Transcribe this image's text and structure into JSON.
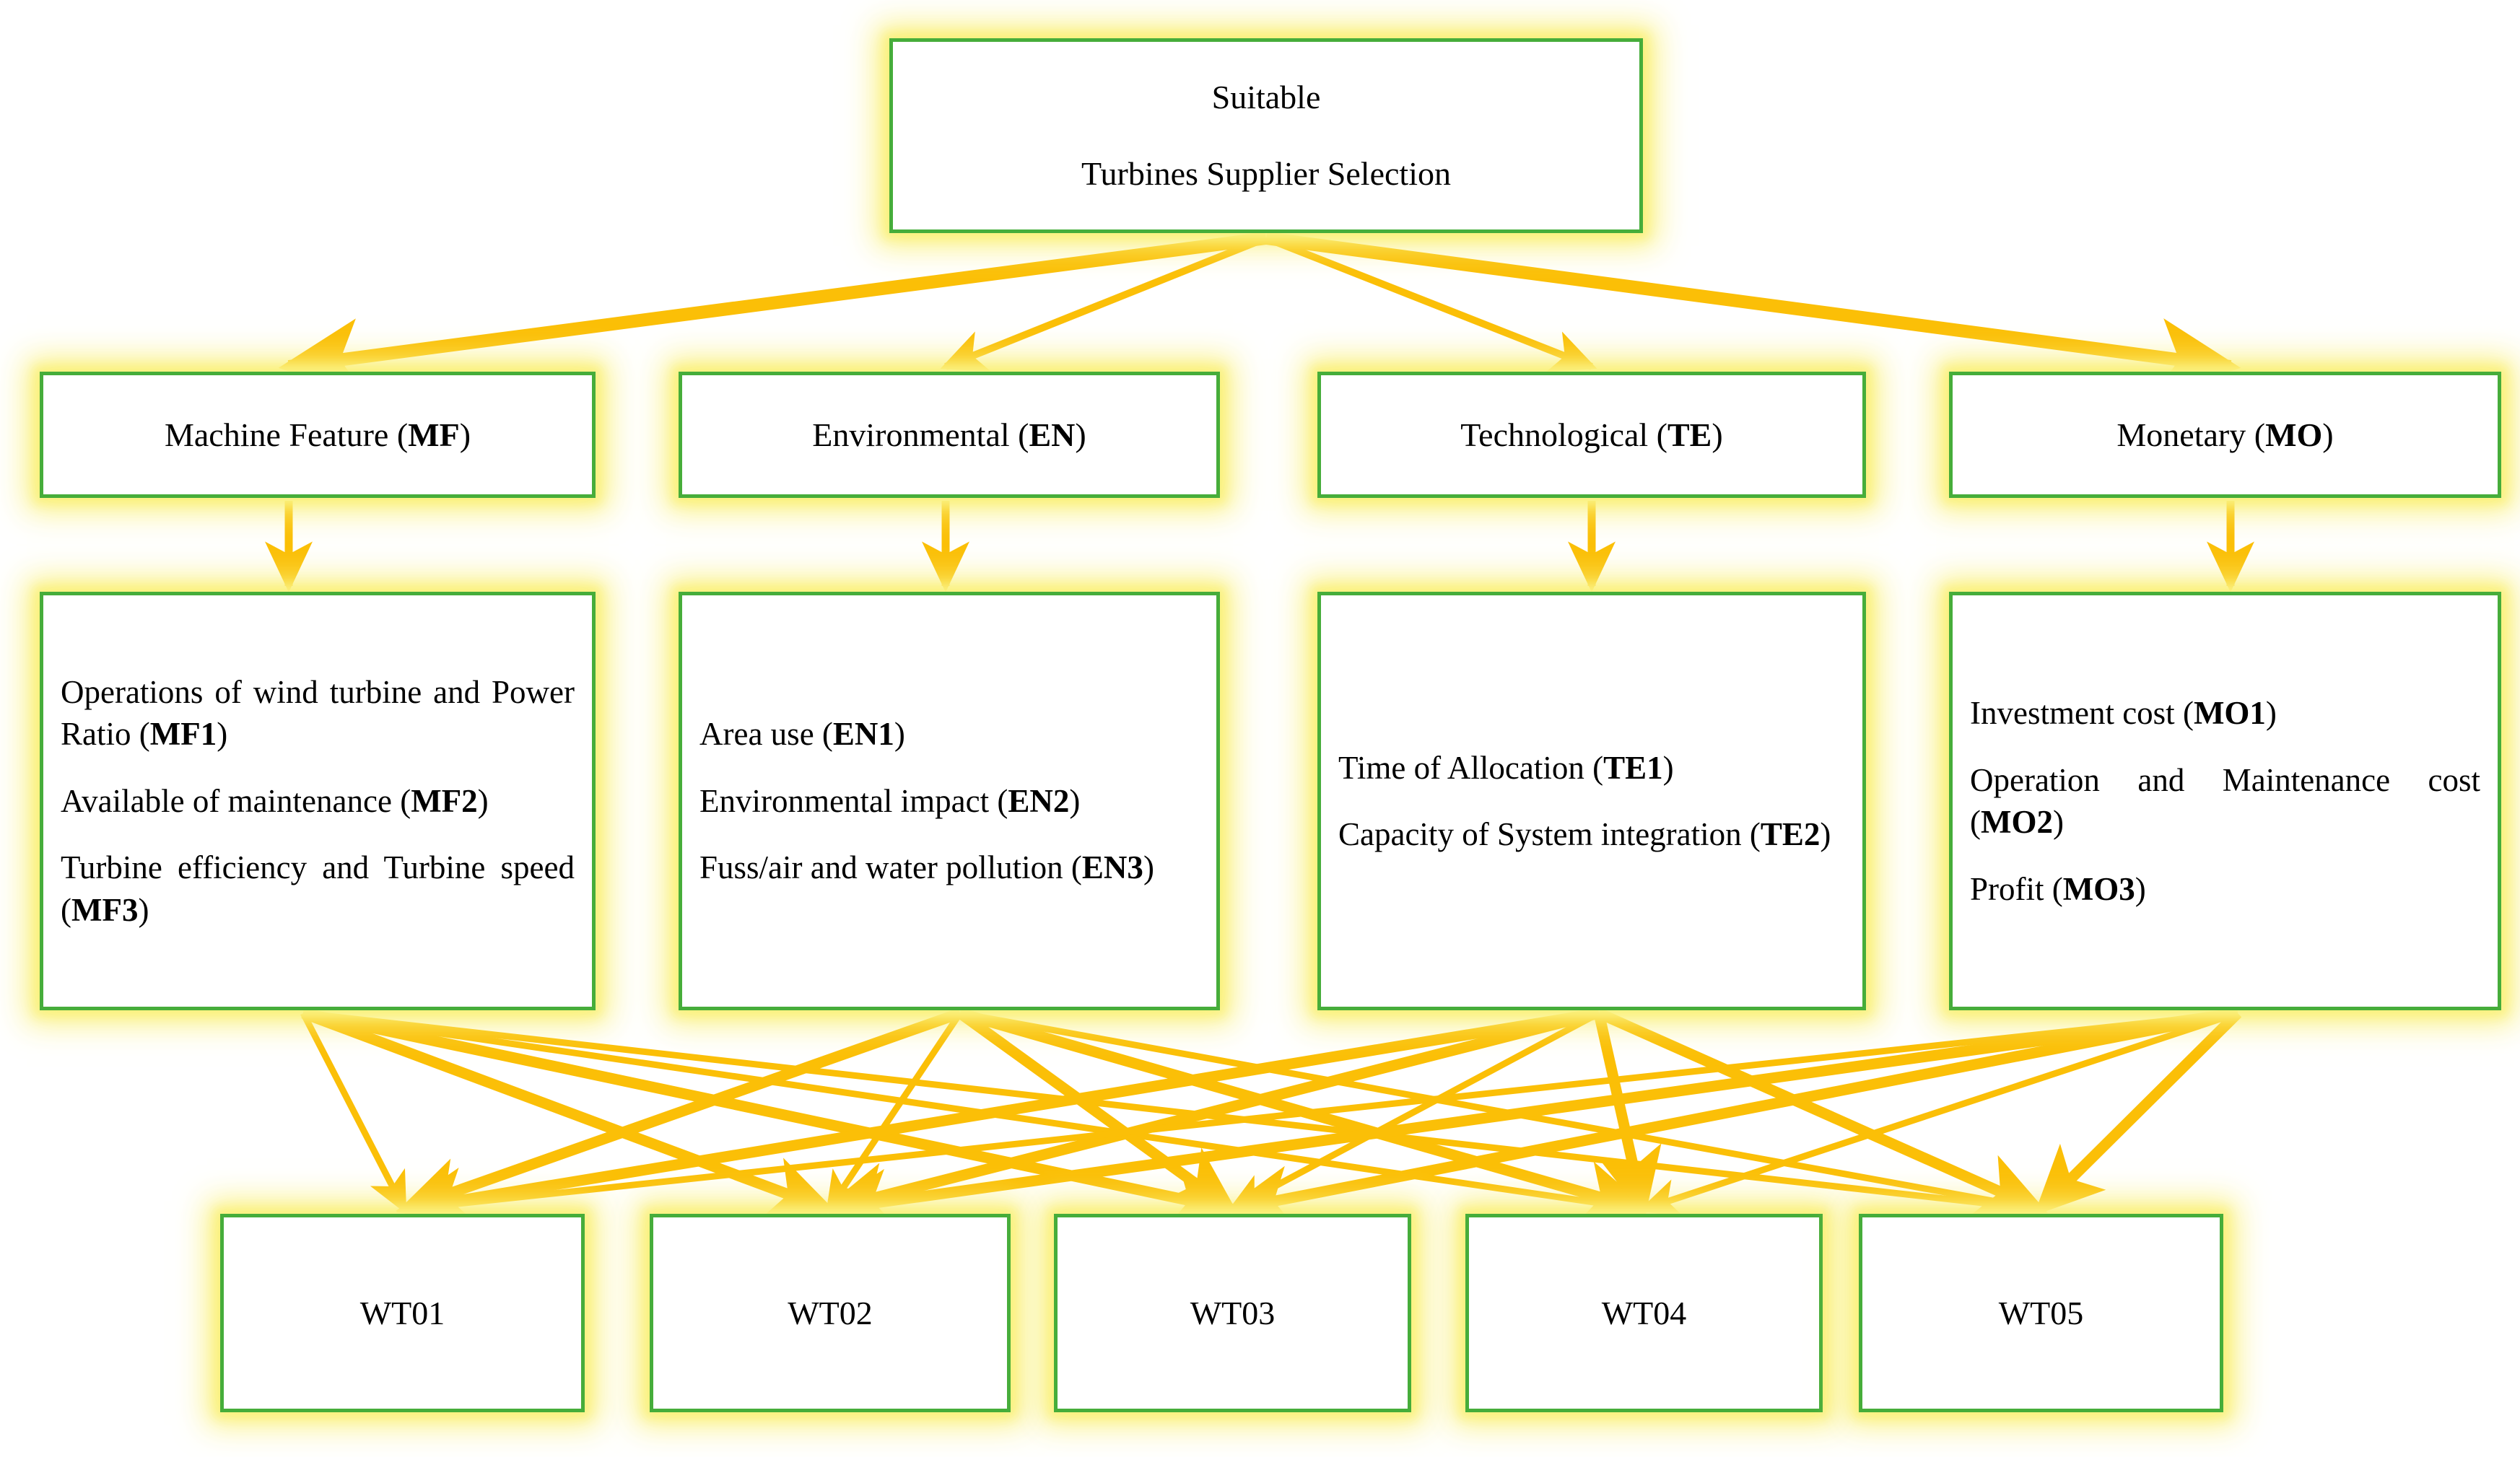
{
  "diagram": {
    "title": "Suitable Turbines Supplier Selection hierarchy",
    "colors": {
      "box_border": "#46AD3A",
      "box_fill": "#FFFFFF",
      "glow": "#FBF3A0",
      "arrow": "#FBBF07",
      "text": "#000000"
    }
  },
  "goal": {
    "line1": "Suitable",
    "line2": "Turbines Supplier Selection"
  },
  "criteria": [
    {
      "id": "MF",
      "label": "Machine Feature (",
      "code": "MF",
      "label_end": ")"
    },
    {
      "id": "EN",
      "label": "Environmental (",
      "code": "EN",
      "label_end": ")"
    },
    {
      "id": "TE",
      "label": "Technological (",
      "code": "TE",
      "label_end": ")"
    },
    {
      "id": "MO",
      "label": "Monetary (",
      "code": "MO",
      "label_end": ")"
    }
  ],
  "subcriteria": [
    {
      "parent": "MF",
      "items": [
        {
          "text": "Operations of wind turbine and Power Ratio (",
          "code": "MF1",
          "end": ")"
        },
        {
          "text": "Available of maintenance (",
          "code": "MF2",
          "end": ")"
        },
        {
          "text": "Turbine efficiency and Turbine speed (",
          "code": "MF3",
          "end": ")"
        }
      ]
    },
    {
      "parent": "EN",
      "items": [
        {
          "text": "Area use (",
          "code": "EN1",
          "end": ")"
        },
        {
          "text": "Environmental impact (",
          "code": "EN2",
          "end": ")"
        },
        {
          "text": "Fuss/air and water pollution (",
          "code": "EN3",
          "end": ")"
        }
      ]
    },
    {
      "parent": "TE",
      "items": [
        {
          "text": "Time of Allocation (",
          "code": "TE1",
          "end": ")"
        },
        {
          "text": "Capacity of System integration (",
          "code": "TE2",
          "end": ")"
        }
      ]
    },
    {
      "parent": "MO",
      "items": [
        {
          "text": "Investment cost (",
          "code": "MO1",
          "end": ")"
        },
        {
          "text": "Operation and Maintenance cost (",
          "code": "MO2",
          "end": ")"
        },
        {
          "text": "Profit (",
          "code": "MO3",
          "end": ")"
        }
      ]
    }
  ],
  "alternatives": [
    {
      "label": "WT01"
    },
    {
      "label": "WT02"
    },
    {
      "label": "WT03"
    },
    {
      "label": "WT04"
    },
    {
      "label": "WT05"
    }
  ]
}
